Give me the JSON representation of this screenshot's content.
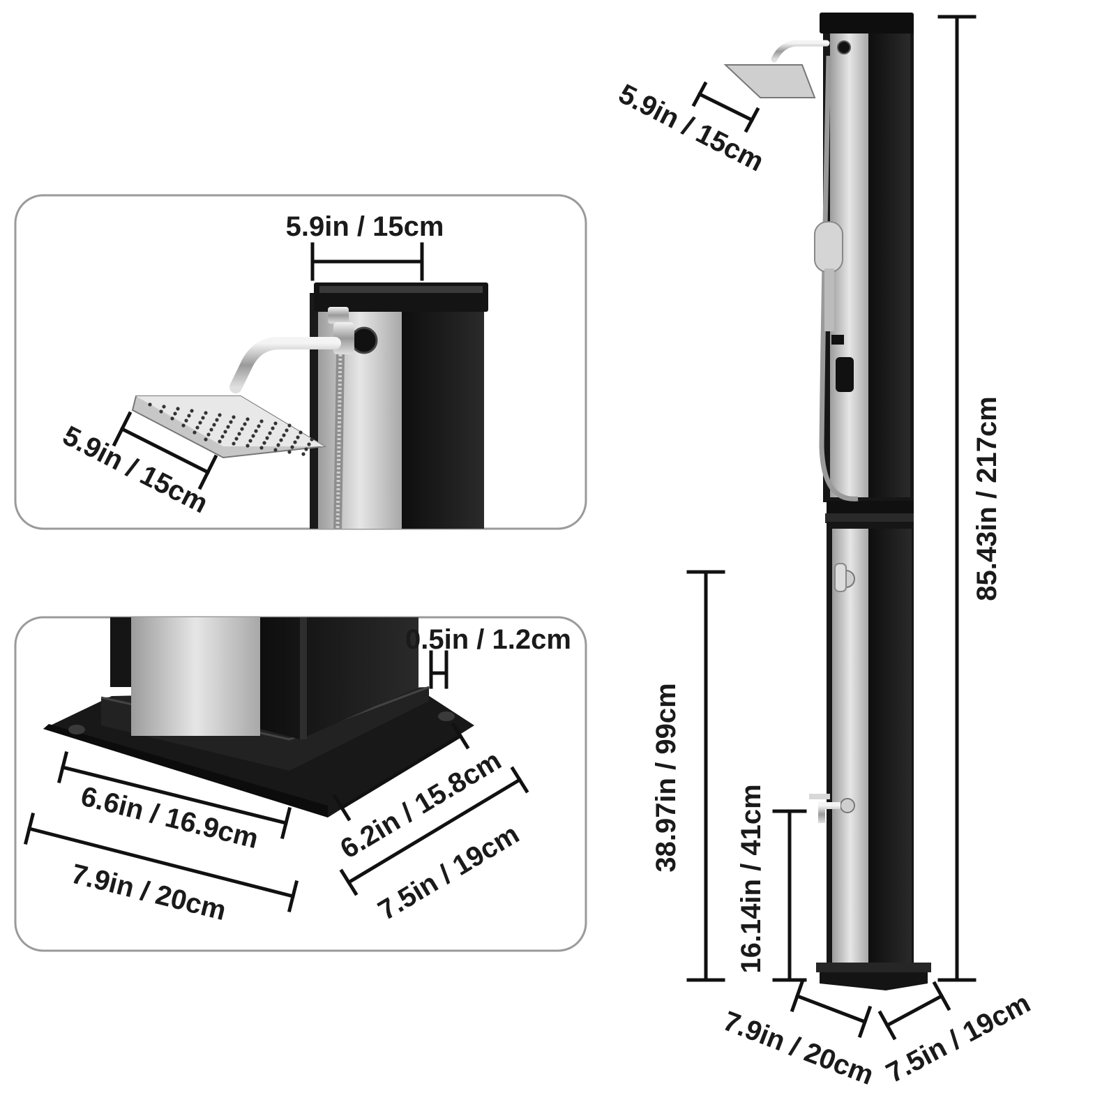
{
  "detail_top": {
    "top_width_label": "5.9in / 15cm",
    "shower_head_label": "5.9in / 15cm"
  },
  "detail_base": {
    "wall_thickness_label": "0.5in / 1.2cm",
    "inner_width_label": "6.6in / 16.9cm",
    "outer_width_label": "7.9in / 20cm",
    "inner_depth_label": "6.2in / 15.8cm",
    "outer_depth_label": "7.5in / 19cm"
  },
  "full_view": {
    "shower_head_label": "5.9in / 15cm",
    "total_height_label": "85.43in / 217cm",
    "valve_height_label": "38.97in / 99cm",
    "tap_height_label": "16.14in / 41cm",
    "base_width_label": "7.9in / 20cm",
    "base_depth_label": "7.5in / 19cm"
  },
  "colors": {
    "column": "#1c1c1c",
    "steel_panel": "#c9c9c9",
    "chrome": "#d9d9d9",
    "panel_border": "#9a9a9a"
  }
}
